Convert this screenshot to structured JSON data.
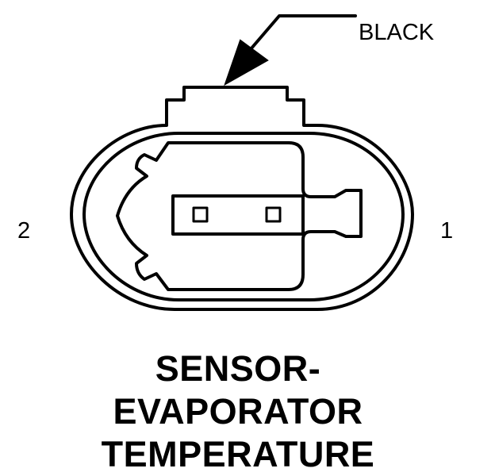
{
  "wire_color_label": "BLACK",
  "pins": {
    "left": "2",
    "right": "1"
  },
  "title_lines": [
    "SENSOR-",
    "EVAPORATOR",
    "TEMPERATURE"
  ]
}
